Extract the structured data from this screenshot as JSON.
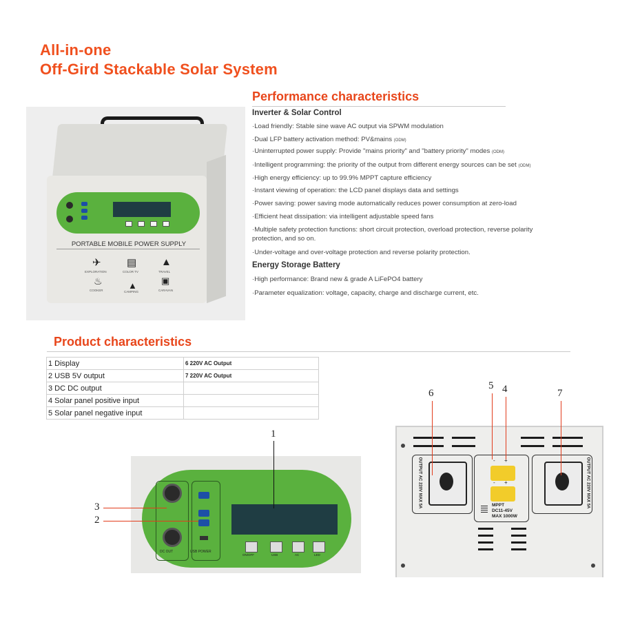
{
  "header": {
    "title_line1": "All-in-one",
    "title_line2": "Off-Gird Stackable Solar System"
  },
  "performance": {
    "heading": "Performance characteristics",
    "section1_title": "Inverter & Solar Control",
    "features": [
      "·Load friendly: Stable sine wave AC output via SPWM modulation",
      "·Dual LFP battery activation method: PV&mains",
      "·Uninterrupted power supply: Provide \"mains priority\" and \"battery priority\" modes",
      "·Intelligent programming: the priority of the output from different energy sources can be set",
      "·High energy efficiency: up to 99.9% MPPT capture efficiency",
      "·Instant viewing of operation: the LCD panel displays data and settings",
      "·Power saving: power saving mode automatically reduces power consumption at zero-load",
      "·Efficient heat dissipation: via intelligent adjustable speed fans",
      "·Multiple safety protection functions: short circuit protection, overload protection, reverse polarity protection, and so on.",
      "·Under-voltage and over-voltage protection and reverse polarity protection."
    ],
    "odm_tag": "(ODM)",
    "section2_title": "Energy Storage Battery",
    "battery_features": [
      "·High performance: Brand new & grade A LiFePO4 battery",
      "·Parameter equalization: voltage, capacity, charge and discharge current, etc."
    ]
  },
  "device": {
    "front_label": "PORTABLE MOBILE POWER SUPPLY",
    "icons": [
      "EXPLORATION",
      "COLOR TV",
      "TRAVEL",
      "COOKER",
      "CAMPING",
      "CARAVAN"
    ]
  },
  "product": {
    "heading": "Product characteristics",
    "rows": [
      [
        "1 Display",
        "6  220V AC Output"
      ],
      [
        "2 USB 5V output",
        "7  220V AC Output"
      ],
      [
        "3 DC DC output",
        ""
      ],
      [
        "4 Solar panel positive input",
        ""
      ],
      [
        "5 Solar panel negative input",
        ""
      ]
    ]
  },
  "callouts": {
    "one": "1",
    "two": "2",
    "three": "3",
    "four": "4",
    "five": "5",
    "six": "6",
    "seven": "7"
  },
  "rear_panel": {
    "output_left": "OUTPUT AC 220V MAX 5A",
    "output_right": "OUTPUT AC 220V MAX 5A",
    "mppt_line1": "MPPT",
    "mppt_line2": "DC11-45V",
    "mppt_line3": "MAX 1000W",
    "minus": "-",
    "plus": "+"
  },
  "front_closeup": {
    "dc_label": "DC OUT",
    "usb_label": "USB POWER",
    "btn_labels": [
      "ON/OFF",
      "USB",
      "AC",
      "LED"
    ]
  },
  "colors": {
    "title": "#f0501e",
    "panel_green": "#5ab13e",
    "lcd": "#1f3d43",
    "callout_line": "#e23b1b"
  }
}
